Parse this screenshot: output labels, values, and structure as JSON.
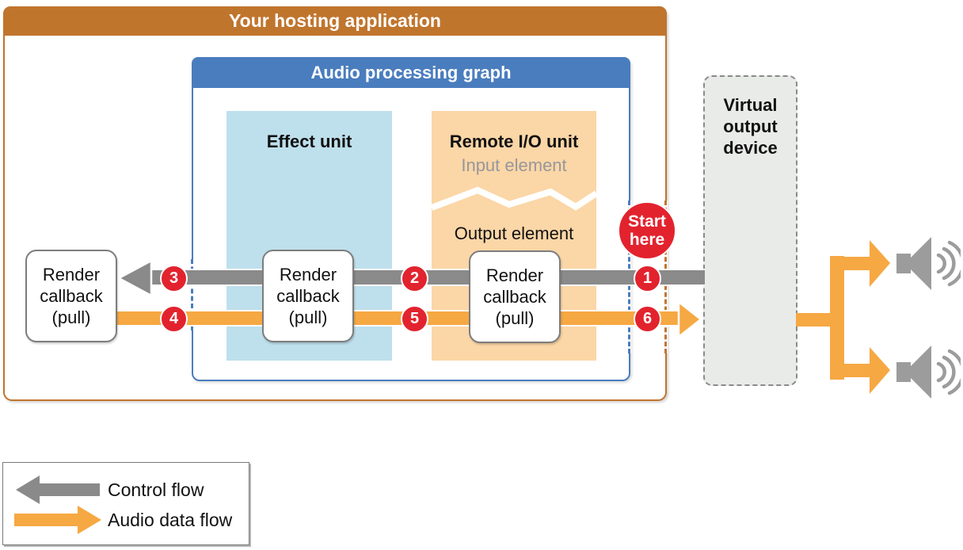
{
  "hosting": {
    "title": "Your hosting application"
  },
  "graph": {
    "title": "Audio processing graph"
  },
  "effect_unit": {
    "title": "Effect unit"
  },
  "remote_io": {
    "title": "Remote I/O unit",
    "input_label": "Input element",
    "output_label": "Output element"
  },
  "callback": {
    "line1": "Render",
    "line2": "callback",
    "line3": "(pull)"
  },
  "virtual_device": {
    "line1": "Virtual",
    "line2": "output",
    "line3": "device"
  },
  "start_badge": {
    "line1": "Start",
    "line2": "here"
  },
  "steps": {
    "n1": "1",
    "n2": "2",
    "n3": "3",
    "n4": "4",
    "n5": "5",
    "n6": "6"
  },
  "legend": {
    "control_label": "Control flow",
    "audio_label": "Audio data flow"
  },
  "colors": {
    "hosting_orange": "#c0752d",
    "graph_blue": "#4a7dbe",
    "effect_fill": "#bedfec",
    "io_fill": "#fbd6a6",
    "device_fill": "#e9ebe9",
    "control_gray": "#8a8a8a",
    "audio_orange": "#f6a843",
    "step_red": "#e2232e",
    "speaker_gray": "#9c9c9c"
  }
}
